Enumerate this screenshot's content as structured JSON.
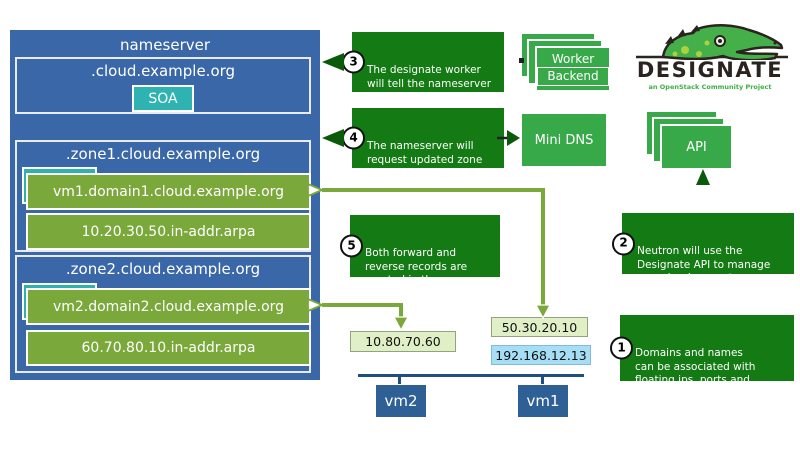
{
  "nameserver": {
    "title": "nameserver",
    "root_zone": {
      "label": ".cloud.example.org",
      "record": "SOA"
    },
    "zones": [
      {
        "label": ".zone1.cloud.example.org",
        "forward": "vm1.domain1.cloud.example.org",
        "reverse": "10.20.30.50.in-addr.arpa"
      },
      {
        "label": ".zone2.cloud.example.org",
        "forward": "vm2.domain2.cloud.example.org",
        "reverse": "60.70.80.10.in-addr.arpa"
      }
    ]
  },
  "steps": [
    {
      "num": "1",
      "text": "Domains and names\ncan be associated with\nfloating ips, ports and\nnetworks in Neutron"
    },
    {
      "num": "2",
      "text": "Neutron will use the\nDesignate API to manage\nrecords when ports are\ncreated and destroyed"
    },
    {
      "num": "3",
      "text": "The designate worker\nwill tell the nameserver\nto update its zone\ninformation"
    },
    {
      "num": "4",
      "text": "The nameserver will\nrequest updated zone\ninformation from\nMini DNS"
    },
    {
      "num": "5",
      "text": "Both forward and\nreverse records are\ncreated in the\nnameserver"
    }
  ],
  "components": {
    "worker_label": "Worker",
    "backend_label": "Backend",
    "minidns_label": "Mini DNS",
    "api_label": "API"
  },
  "logo": {
    "name": "DESIGNATE",
    "tagline": "an OpenStack Community Project"
  },
  "network": {
    "vm2_ip": "10.80.70.60",
    "vm1_floating_ip": "50.30.20.10",
    "vm1_fixed_ip": "192.168.12.13",
    "vm2_label": "vm2",
    "vm1_label": "vm1"
  },
  "colors": {
    "nameserver_blue": "#3a67a8",
    "vm_blue": "#2e6096",
    "step_green": "#147a14",
    "card_green": "#38a948",
    "record_olive": "#7aa83a",
    "teal": "#2fb2ae",
    "ip_pale_green": "#e1efc6",
    "ip_light_blue": "#a6def5",
    "logo_green": "#3cb043"
  }
}
